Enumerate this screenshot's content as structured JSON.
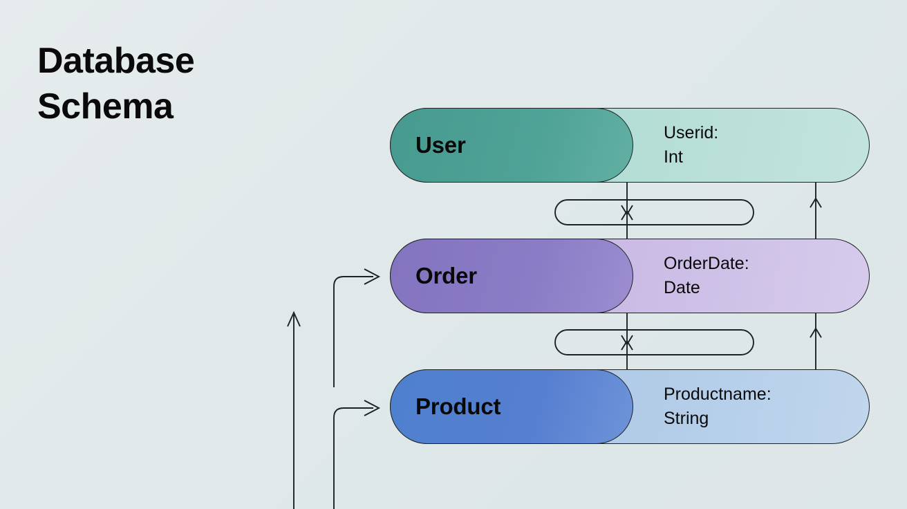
{
  "page": {
    "title": "Database\nSchema",
    "background_color": "#e3eaea",
    "stroke_color": "#1b2125",
    "text_color": "#090909"
  },
  "diagram": {
    "type": "entity-relationship-schema",
    "entities": [
      {
        "id": "user",
        "name": "User",
        "attribute_name": "Userid:",
        "attribute_type": "Int",
        "header_color": "#479a8f",
        "body_color": "#b6ded6"
      },
      {
        "id": "order",
        "name": "Order",
        "attribute_name": "OrderDate:",
        "attribute_type": "Date",
        "header_color": "#8474c0",
        "body_color": "#cbbde5"
      },
      {
        "id": "product",
        "name": "Product",
        "attribute_name": "Productname:",
        "attribute_type": "String",
        "header_color": "#4e80cd",
        "body_color": "#b2cce8"
      }
    ],
    "connectors": [
      {
        "id": "user-order-down",
        "from": "user",
        "to": "order",
        "direction": "down",
        "label": ""
      },
      {
        "id": "order-user-up",
        "from": "order",
        "to": "user",
        "direction": "up",
        "label": ""
      },
      {
        "id": "order-user-right",
        "from": "order",
        "to": "user",
        "direction": "up",
        "label": ""
      },
      {
        "id": "order-product-down",
        "from": "order",
        "to": "product",
        "direction": "down",
        "label": ""
      },
      {
        "id": "product-order-up",
        "from": "product",
        "to": "order",
        "direction": "up",
        "label": ""
      },
      {
        "id": "product-order-right",
        "from": "product",
        "to": "order",
        "direction": "up",
        "label": ""
      },
      {
        "id": "external-order",
        "from": "external",
        "to": "order",
        "direction": "right",
        "label": ""
      },
      {
        "id": "external-product",
        "from": "external",
        "to": "product",
        "direction": "right",
        "label": ""
      },
      {
        "id": "external-up",
        "from": "external",
        "to": "external",
        "direction": "up",
        "label": ""
      }
    ]
  }
}
